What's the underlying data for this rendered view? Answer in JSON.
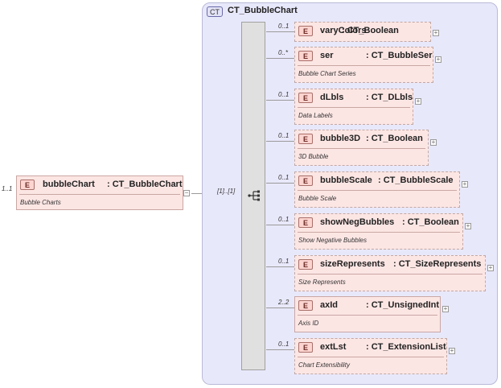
{
  "root": {
    "badge": "E",
    "name": "bubbleChart",
    "type": ": CT_BubbleChart",
    "description": "Bubble Charts",
    "cardinality": "1..1",
    "collapse_glyph": "−"
  },
  "complex_type": {
    "badge": "CT",
    "name": "CT_BubbleChart"
  },
  "sequence": {
    "cardinality": "[1]..[1]"
  },
  "elements": [
    {
      "badge": "E",
      "name": "varyColors",
      "type": ": CT_Boolean",
      "description": "",
      "cardinality": "0..1",
      "expand_glyph": "+"
    },
    {
      "badge": "E",
      "name": "ser",
      "type": ": CT_BubbleSer",
      "description": "Bubble Chart Series",
      "cardinality": "0..*",
      "expand_glyph": "+"
    },
    {
      "badge": "E",
      "name": "dLbls",
      "type": ": CT_DLbls",
      "description": "Data Labels",
      "cardinality": "0..1",
      "expand_glyph": "+"
    },
    {
      "badge": "E",
      "name": "bubble3D",
      "type": ": CT_Boolean",
      "description": "3D Bubble",
      "cardinality": "0..1",
      "expand_glyph": "+"
    },
    {
      "badge": "E",
      "name": "bubbleScale",
      "type": ": CT_BubbleScale",
      "description": "Bubble Scale",
      "cardinality": "0..1",
      "expand_glyph": "+"
    },
    {
      "badge": "E",
      "name": "showNegBubbles",
      "type": ": CT_Boolean",
      "description": "Show Negative Bubbles",
      "cardinality": "0..1",
      "expand_glyph": "+"
    },
    {
      "badge": "E",
      "name": "sizeRepresents",
      "type": ": CT_SizeRepresents",
      "description": "Size Represents",
      "cardinality": "0..1",
      "expand_glyph": "+"
    },
    {
      "badge": "E",
      "name": "axId",
      "type": ": CT_UnsignedInt",
      "description": "Axis ID",
      "cardinality": "2..2",
      "expand_glyph": "+"
    },
    {
      "badge": "E",
      "name": "extLst",
      "type": ": CT_ExtensionList",
      "description": "Chart Extensibility",
      "cardinality": "0..1",
      "expand_glyph": "+"
    }
  ]
}
